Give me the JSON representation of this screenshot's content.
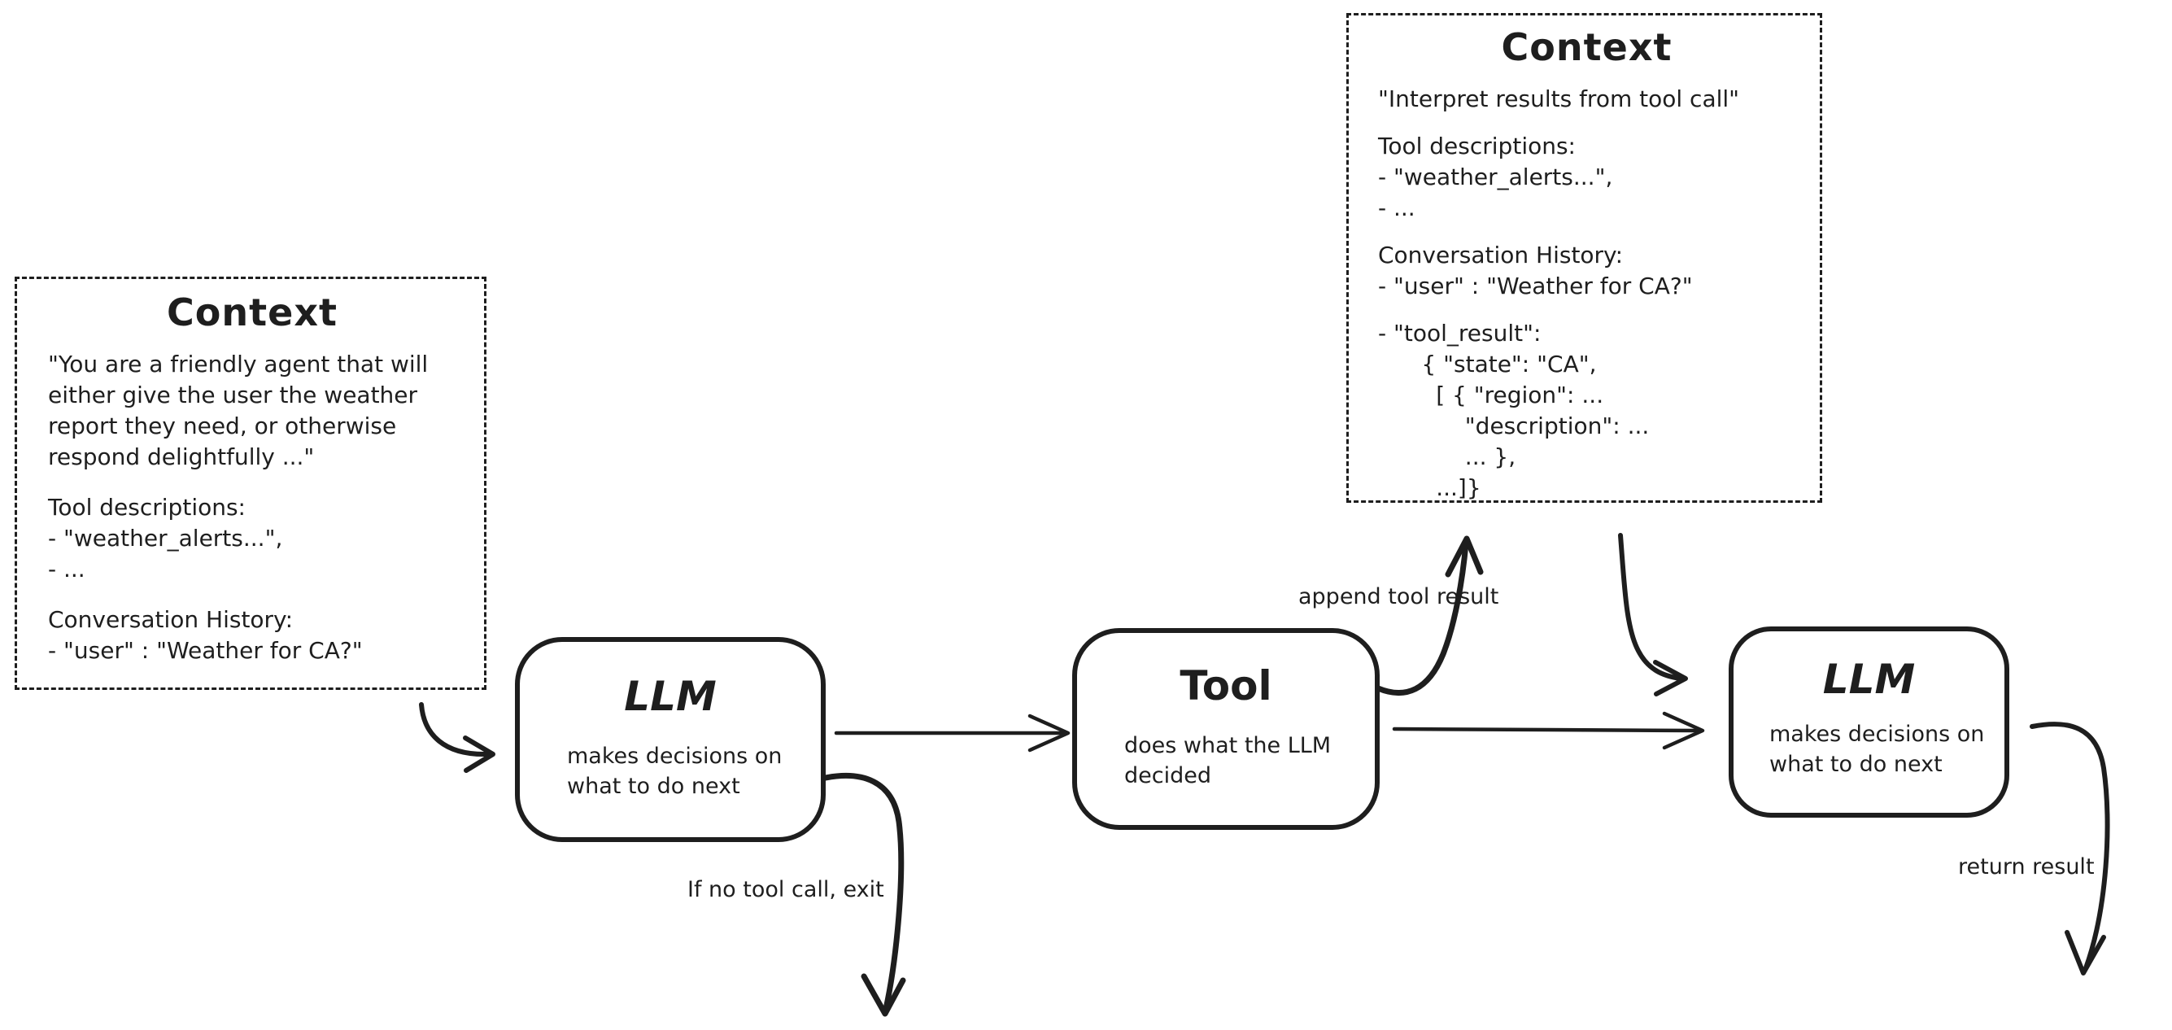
{
  "diagram": {
    "context_initial": {
      "title": "Context",
      "paragraphs": [
        "\"You are a friendly agent that will\neither give the user the weather\nreport they need, or otherwise\nrespond delightfully ...\"",
        "Tool descriptions:\n- \"weather_alerts...\",\n- ...",
        "Conversation History:\n- \"user\" : \"Weather for CA?\""
      ]
    },
    "context_after_tool": {
      "title": "Context",
      "paragraphs": [
        "\"Interpret results from tool call\"",
        "Tool descriptions:\n- \"weather_alerts...\",\n- ...",
        "Conversation History:\n- \"user\" : \"Weather for CA?\"",
        "- \"tool_result\":\n      { \"state\": \"CA\",\n        [ { \"region\": ...\n            \"description\": ...\n            ... },\n        ...]}"
      ]
    },
    "llm_first": {
      "title": "LLM",
      "subtitle": "makes decisions on\nwhat to do next"
    },
    "tool": {
      "title": "Tool",
      "subtitle": "does what the LLM\ndecided"
    },
    "llm_second": {
      "title": "LLM",
      "subtitle": "makes decisions on\nwhat to do next"
    },
    "edge_labels": {
      "append_tool_result": "append tool result",
      "no_tool_call_exit": "If no tool call, exit",
      "return_result": "return result"
    },
    "colors": {
      "ink": "#1e1e1e",
      "background": "#ffffff"
    }
  }
}
